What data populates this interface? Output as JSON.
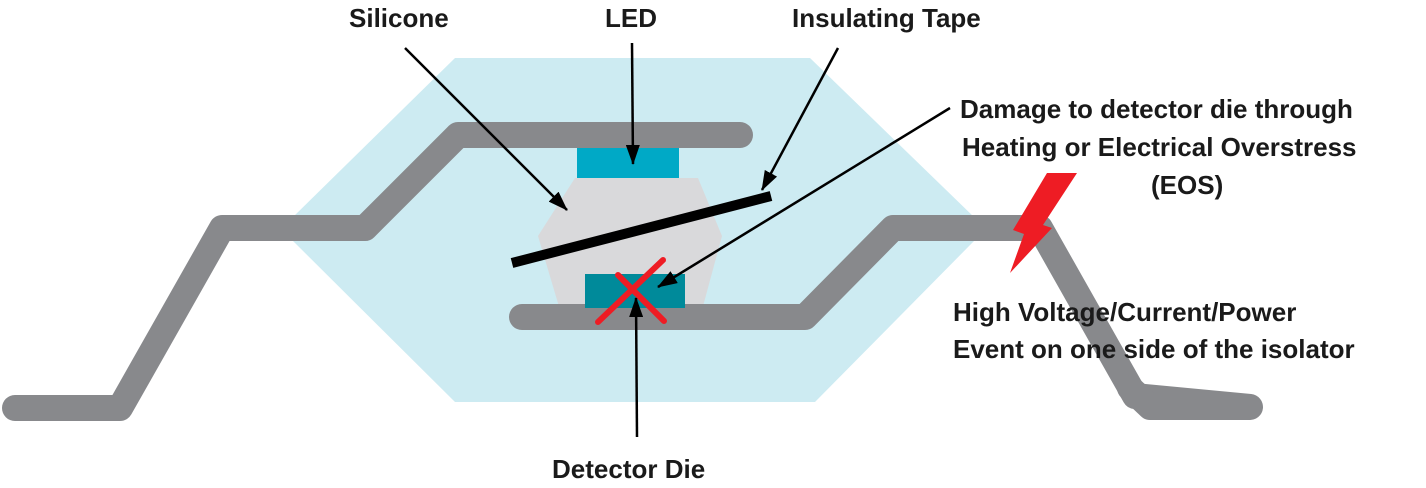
{
  "title": "Optocoupler failure mechanism diagram",
  "labels": {
    "silicone": "Silicone",
    "led": "LED",
    "insulating_tape": "Insulating Tape",
    "damage_line1": "Damage to detector die through",
    "damage_line2": "Heating or Electrical Overstress",
    "damage_line3": "(EOS)",
    "event_line1": "High Voltage/Current/Power",
    "event_line2": "Event on one side of the isolator",
    "detector_die": "Detector Die"
  },
  "colors": {
    "package": "#cdebf2",
    "silicone": "#d9d9db",
    "leadframe": "#88898c",
    "led": "#00a9c6",
    "detector": "#008a9a",
    "tape": "#000000",
    "damage_mark": "#ee1c24",
    "lightning": "#ee1c24",
    "text": "#1a1a1a"
  }
}
